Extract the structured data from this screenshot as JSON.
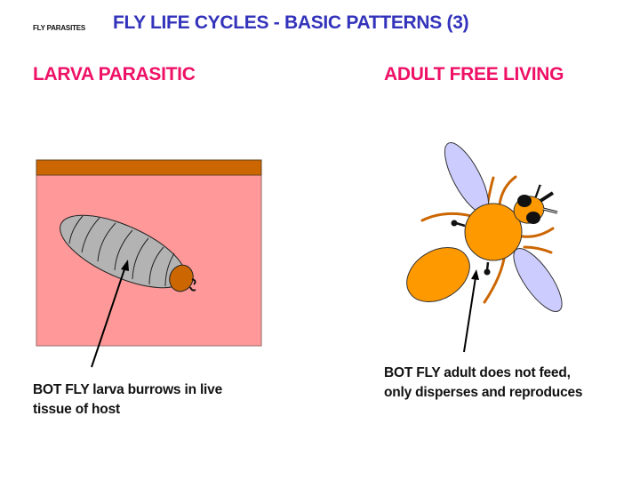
{
  "slide": {
    "section_label": "FLY PARASITES",
    "title": "FLY LIFE CYCLES - BASIC PATTERNS (3)",
    "colors": {
      "title": "#3333bb",
      "subtitle": "#ee1166",
      "tissue": "#ff9999",
      "skin_layer": "#cc6600",
      "larva_body": "#b3b3b3",
      "fly_body": "#ff9900",
      "wing": "#ccccff"
    }
  },
  "left_panel": {
    "heading": "LARVA PARASITIC",
    "caption": "BOT FLY larva burrows in live tissue of host"
  },
  "right_panel": {
    "heading": "ADULT FREE LIVING",
    "caption": "BOT FLY adult does not feed, only disperses and reproduces"
  }
}
